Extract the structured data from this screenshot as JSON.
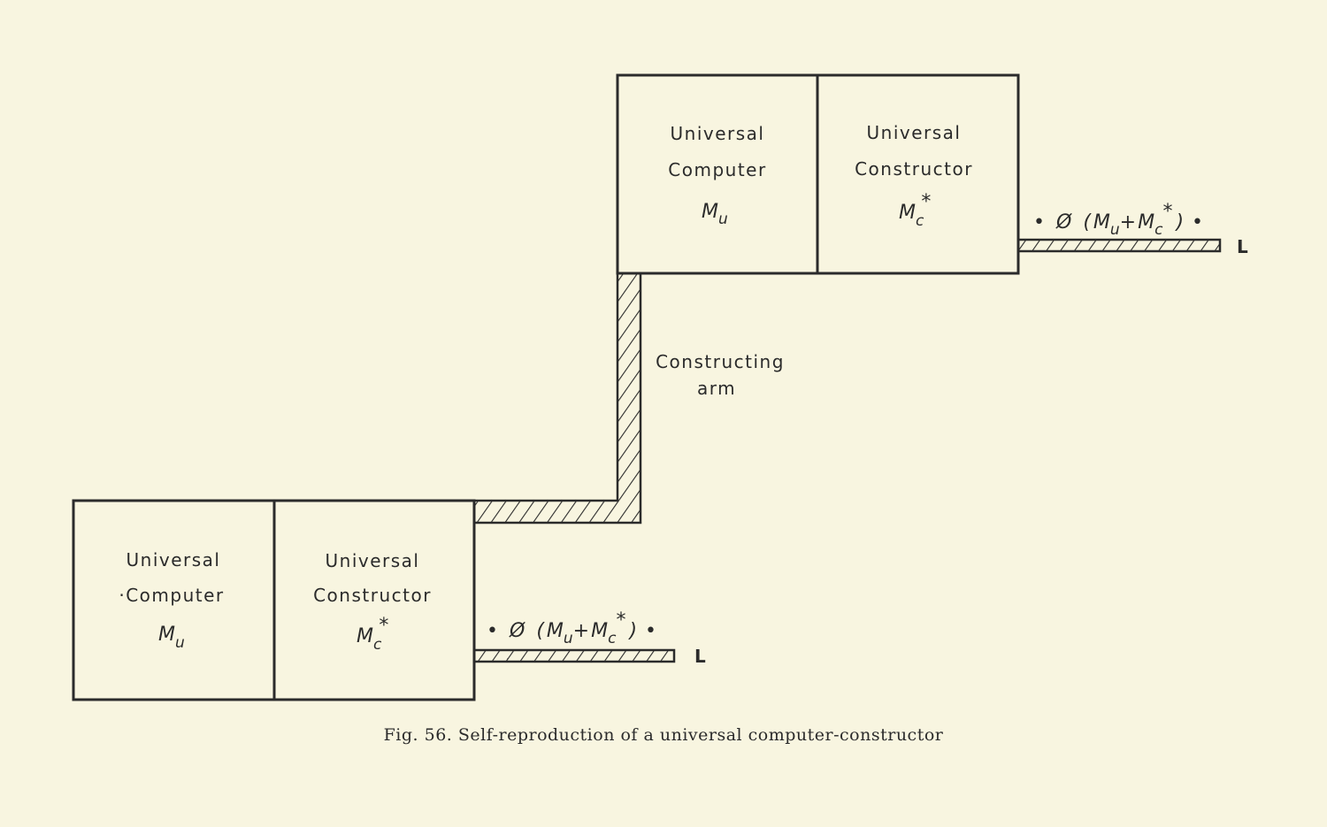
{
  "upper": {
    "computer": {
      "line1": "Universal",
      "line2": "Computer",
      "symbol": "M",
      "symbol_sub": "u"
    },
    "constructor": {
      "line1": "Universal",
      "line2": "Constructor",
      "symbol": "M",
      "symbol_sub": "c",
      "symbol_sup": "*"
    },
    "tape": {
      "left_dot": "•",
      "phi": "Ø",
      "open": "(",
      "m1": "M",
      "m1_sub": "u",
      "plus": "+",
      "m2": "M",
      "m2_sub": "c",
      "m2_sup": "*",
      "close": ")",
      "right_dot": "•",
      "end_label": "L"
    }
  },
  "lower": {
    "computer": {
      "line1": "Universal",
      "line2": "·Computer",
      "symbol": "M",
      "symbol_sub": "u"
    },
    "constructor": {
      "line1": "Universal",
      "line2": "Constructor",
      "symbol": "M",
      "symbol_sub": "c",
      "symbol_sup": "*"
    },
    "tape": {
      "left_dot": "•",
      "phi": "Ø",
      "open": "(",
      "m1": "M",
      "m1_sub": "u",
      "plus": "+",
      "m2": "M",
      "m2_sub": "c",
      "m2_sup": "*",
      "close": ")",
      "right_dot": "•",
      "end_label": "L"
    }
  },
  "arm": {
    "line1": "Constructing",
    "line2": "arm"
  },
  "caption": "Fig. 56. Self-reproduction of a universal computer-constructor"
}
